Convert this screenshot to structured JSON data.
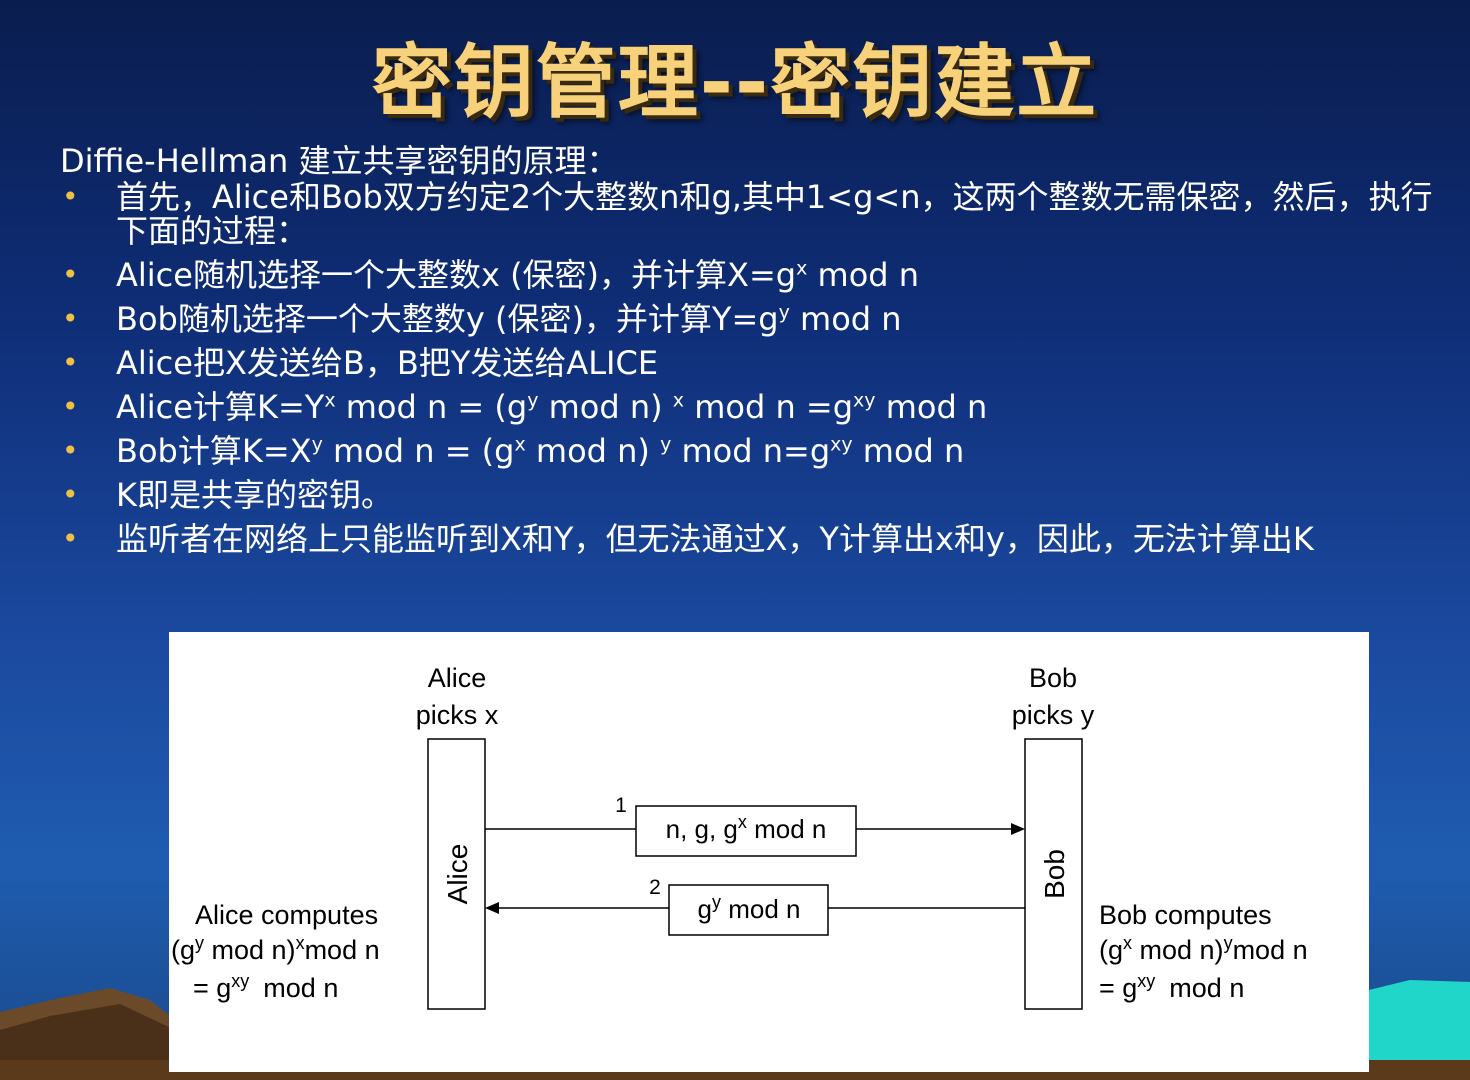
{
  "slide": {
    "title": "密钥管理--密钥建立",
    "intro": "Diffie-Hellman 建立共享密钥的原理：",
    "bullet_marker": "•",
    "bullets": {
      "b1": {
        "text": "首先，Alice和Bob双方约定2个大整数n和g,其中1<g<n，这两个整数无需保密，然后，执行下面的过程："
      },
      "b2": {
        "p1": "Alice随机选择一个大整数x (保密)，并计算X=g",
        "s1": "x",
        "p2": " mod n"
      },
      "b3": {
        "p1": "Bob随机选择一个大整数y (保密)，并计算Y=g",
        "s1": "y",
        "p2": " mod n"
      },
      "b4": {
        "text": "Alice把X发送给B，B把Y发送给ALICE"
      },
      "b5": {
        "p1": "Alice计算K=Y",
        "s1": "x",
        "p2": " mod n = (g",
        "s2": "y",
        "p3": " mod n) ",
        "s3": "x",
        "p4": " mod n =g",
        "s4": "xy",
        "p5": " mod n"
      },
      "b6": {
        "p1": "Bob计算K=X",
        "s1": "y",
        "p2": " mod n = (g",
        "s2": "x",
        "p3": " mod n) ",
        "s3": "y",
        "p4": " mod n=g",
        "s4": "xy",
        "p5": " mod n"
      },
      "b7": {
        "text": "K即是共享的密钥。"
      },
      "b8": {
        "text": "监听者在网络上只能监听到X和Y，但无法通过X，Y计算出x和y，因此，无法计算出K"
      }
    }
  },
  "diagram": {
    "alice_header": [
      "Alice",
      "picks x"
    ],
    "bob_header": [
      "Bob",
      "picks y"
    ],
    "alice_label": "Alice",
    "bob_label": "Bob",
    "msg1": {
      "num": "1",
      "p1": "n, g, g",
      "s1": "x",
      "p2": " mod n"
    },
    "msg2": {
      "num": "2",
      "p1": "g",
      "s1": "y",
      "p2": " mod n"
    },
    "alice_computes": {
      "line1": "Alice computes",
      "l2_a": "(g",
      "l2_s1": "y",
      "l2_b": " mod n)",
      "l2_s2": "x",
      "l2_c": "mod n",
      "l3_a": "= g",
      "l3_s": "xy",
      "l3_b": "mod n"
    },
    "bob_computes": {
      "line1": "Bob computes",
      "l2_a": "(g",
      "l2_s1": "x",
      "l2_b": " mod n)",
      "l2_s2": "y",
      "l2_c": "mod n",
      "l3_a": "= g",
      "l3_s": "xy",
      "l3_b": "mod n"
    }
  },
  "colors": {
    "title": "#f7d27a",
    "bullet": "#f0c040",
    "text": "#ffffff",
    "background": "#0f2e78"
  }
}
